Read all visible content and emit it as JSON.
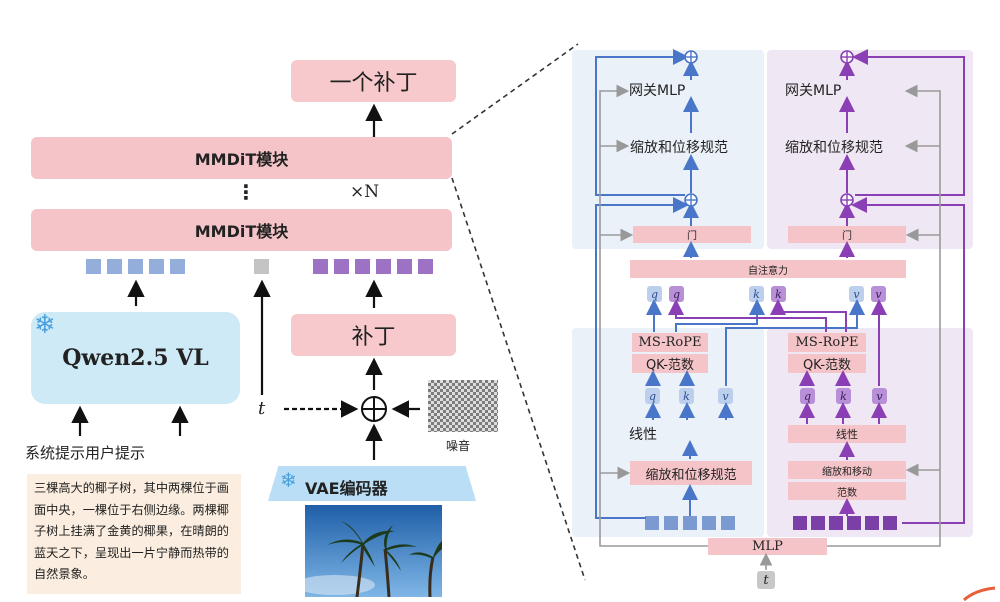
{
  "left": {
    "patch_out": "一个补丁",
    "mmdit_top": "MMDiT模块",
    "mmdit_bottom": "MMDiT模块",
    "dots": "⋮",
    "times_n": "×N",
    "qwen": "Qwen2.5 VL",
    "patch_in": "补丁",
    "t_label": "t",
    "noise_label": "噪音",
    "vae": "VAE编码器",
    "prompt_inputs": "系统提示用户提示",
    "caption": "三棵高大的椰子树，其中两棵位于画面中央，一棵位于右侧边缘。两棵椰子树上挂满了金黄的椰果，在晴朗的蓝天之下，呈现出一片宁静而热带的自然景象。"
  },
  "right": {
    "gate_mlp_left": "网关MLP",
    "gate_mlp_right": "网关MLP",
    "scale_shift_top_left": "缩放和位移规范",
    "scale_shift_top_right": "缩放和位移规范",
    "gate_left": "门",
    "gate_right": "门",
    "self_attention": "自注意力",
    "msrope_left": "MS-RoPE",
    "msrope_right": "MS-RoPE",
    "qknorm_left": "QK-范数",
    "qknorm_right": "QK-范数",
    "linear_left": "线性",
    "linear_right": "线性",
    "scale_shift_bottom_left": "缩放和位移规范",
    "scale_shift_bottom_right": "缩放和移动",
    "norm_right": "范数",
    "mlp": "MLP",
    "t_label": "t",
    "q": "q",
    "k": "k",
    "v": "v",
    "plus": "⊕"
  },
  "colors": {
    "pink": "#f7c9cc",
    "blue_token": "#93aedb",
    "purple_token": "#9d72c5",
    "blue_line": "#4a76c9",
    "purple_line": "#8a3fb5",
    "qwen_bg": "#cfeaf7",
    "caption_bg": "#fbeee0"
  }
}
